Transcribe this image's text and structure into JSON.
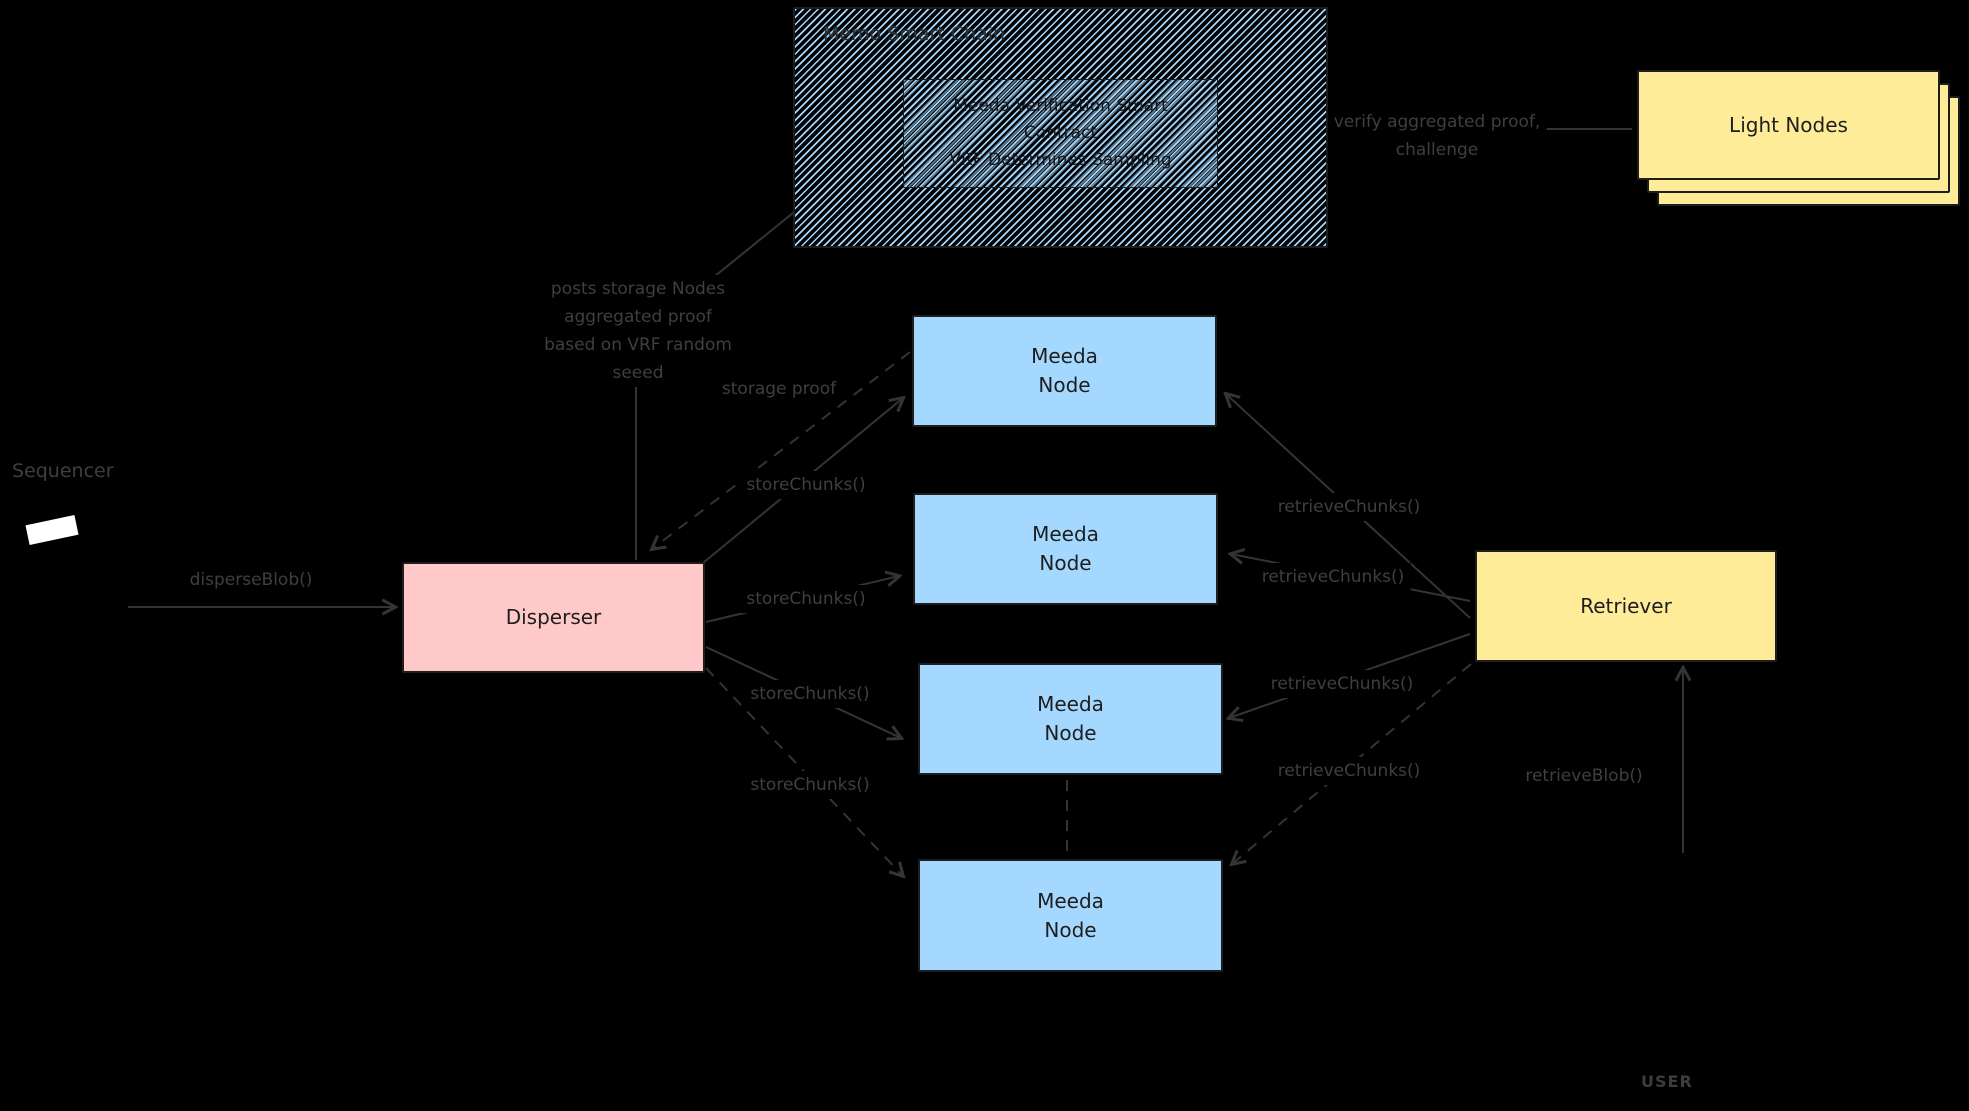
{
  "diagram": {
    "chain": {
      "title": "Memo Smart Chain",
      "contract_lines": [
        "Meeda Verification Smart",
        "Contract",
        "VRF Determines Sampling"
      ]
    },
    "light_nodes": {
      "label": "Light Nodes"
    },
    "disperser": {
      "label": "Disperser"
    },
    "retriever": {
      "label": "Retriever"
    },
    "meeda_nodes": [
      {
        "line1": "Meeda",
        "line2": "Node"
      },
      {
        "line1": "Meeda",
        "line2": "Node"
      },
      {
        "line1": "Meeda",
        "line2": "Node"
      },
      {
        "line1": "Meeda",
        "line2": "Node"
      }
    ],
    "actors": {
      "sequencer": "Sequencer",
      "user": "USER"
    },
    "edges": {
      "disperse_blob": "disperseBlob()",
      "posts_proof_lines": [
        "posts storage Nodes",
        "aggregated proof",
        "based on VRF random",
        "seeed"
      ],
      "storage_proof": "storage proof",
      "store_chunks_1": "storeChunks()",
      "store_chunks_2": "storeChunks()",
      "store_chunks_3": "storeChunks()",
      "store_chunks_4": "storeChunks()",
      "retrieve_chunks_1": "retrieveChunks()",
      "retrieve_chunks_2": "retrieveChunks()",
      "retrieve_chunks_3": "retrieveChunks()",
      "retrieve_chunks_4": "retrieveChunks()",
      "verify_lines": [
        "verify aggregated proof,",
        "challenge"
      ],
      "retrieve_blob": "retrieveBlob()"
    },
    "colors": {
      "node_blue": "#a5d8ff",
      "disperser_pink": "#ffc9c9",
      "yellow": "#ffec99",
      "box_stroke": "#1e1e1e",
      "edge_stroke": "#343434",
      "label_text": "#3f3f3f",
      "background": "#000000"
    }
  }
}
